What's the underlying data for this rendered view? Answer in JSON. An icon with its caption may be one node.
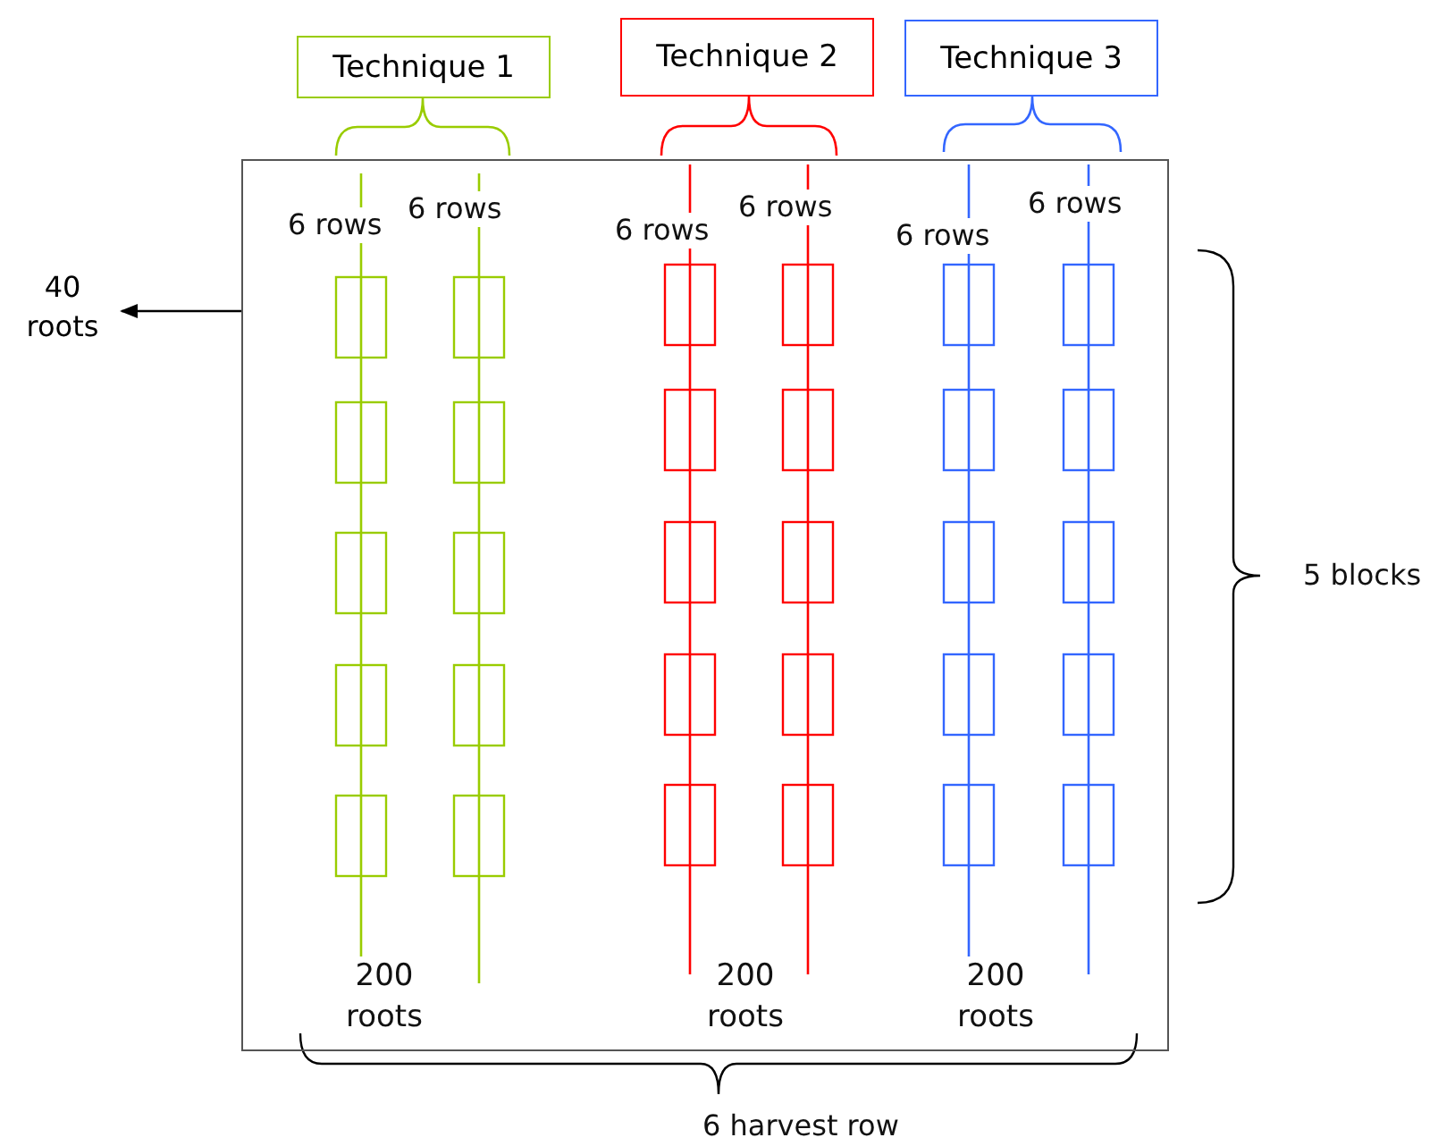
{
  "diagram": {
    "nodes": [
      {
        "text": [],
        "shape": "box"
      },
      {
        "text": [
          "Technique 1"
        ]
      },
      {
        "text": [
          "Technique 2"
        ]
      },
      {
        "text": [
          "Technique 3"
        ]
      },
      {
        "text": [
          "40 roots"
        ]
      }
    ],
    "edges": [
      {
        "from": 0,
        "to": 4,
        "arrow": "to"
      }
    ],
    "labels": [
      "6 rows",
      "6 rows",
      "6 rows",
      "6 rows",
      "6 rows",
      "6 rows",
      "5 blocks",
      "200 roots",
      "200 roots",
      "200 roots",
      "6 harvest row"
    ]
  }
}
